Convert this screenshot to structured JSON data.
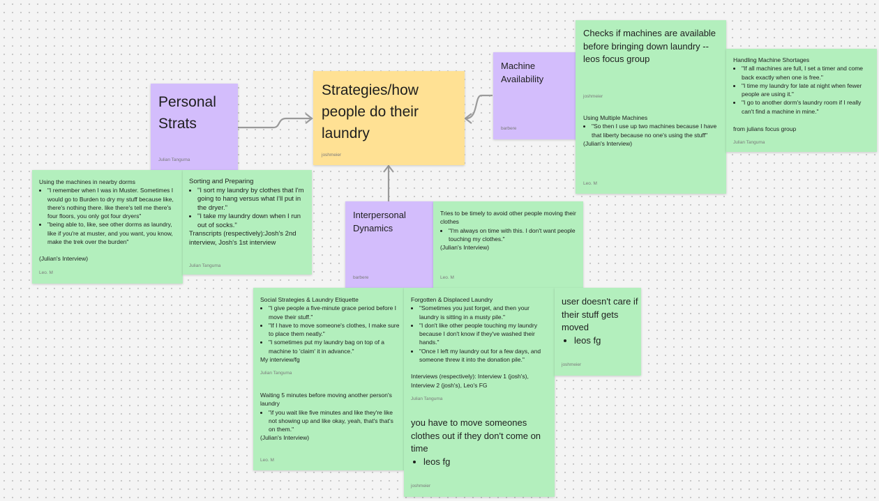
{
  "canvas": {
    "main": {
      "title": "Strategies/how people do their laundry",
      "author": "joshmeier"
    },
    "personal": {
      "title": "Personal Strats",
      "author": "Julian Tanguma"
    },
    "machine": {
      "title": "Machine Availability",
      "author": "barbere"
    },
    "interpersonal": {
      "title": "Interpersonal Dynamics",
      "author": "barbere"
    },
    "checks": {
      "text": "Checks if machines are available before bringing down laundry -- leos focus group",
      "author": "joshmeier",
      "sub_title": "Using Multiple Machines",
      "sub_bullets": [
        "\"So then I use up two machines because I have that liberty because no one's using the stuff\""
      ],
      "sub_source": "(Julian's Interview)",
      "sub_author": "Leo. M"
    },
    "shortages": {
      "title": "Handling Machine Shortages",
      "bullets": [
        "\"If all machines are full, I set a timer and come back exactly when one is free.\"",
        "\"I time my laundry for late at night when fewer people are using it.\"",
        "\"I go to another dorm's laundry room if I really can't find a machine in mine.\""
      ],
      "source": "from julians focus group",
      "author": "Julian Tanguma"
    },
    "nearby": {
      "title": "Using the machines in nearby dorms",
      "bullets": [
        "\"I remember when I was in Muster. Sometimes I would go to Burden to dry my stuff because like, there's nothing there. like there's tell me there's four floors, you only got four dryers\"",
        "\"being able to, like, see other dorms as laundry, like if you're at muster, and you want, you know, make the trek over the burden\""
      ],
      "source": "(Julian's Interview)",
      "author": "Leo. M"
    },
    "sorting": {
      "title": "Sorting and Preparing",
      "bullets": [
        "\"I sort my laundry by clothes that I'm going to hang versus what I'll put in the dryer.\"",
        "\"I take my laundry down when I run out of socks.\""
      ],
      "source": "Transcripts (respectively):Josh's 2nd interview, Josh's 1st interview",
      "author": "Julian Tanguma"
    },
    "timely": {
      "title": "Tries to be timely to avoid other people moving their clothes",
      "bullets": [
        "\"I'm always on time with this. I don't want people touching my clothes.\""
      ],
      "source": "(Julian's Interview)",
      "author": "Leo. M"
    },
    "social": {
      "title": "Social Strategies & Laundry Etiquette",
      "bullets": [
        "\"I give people a five-minute grace period before I move their stuff.\"",
        "\"If I have to move someone's clothes, I make sure to place them neatly.\"",
        "\"I sometimes put my laundry bag on top of a machine to 'claim' it in advance.\""
      ],
      "source": "My interview/fg",
      "author": "Julian Tanguma",
      "wait_title": "Waiting 5 minutes before moving another person's laundry",
      "wait_bullets": [
        "\"if you wait like five minutes and like they're like not showing up and like okay, yeah, that's that's on them.\""
      ],
      "wait_source": "(Julian's Interview)",
      "wait_author": "Leo. M"
    },
    "forgotten": {
      "title": "Forgotten & Displaced Laundry",
      "bullets": [
        "\"Sometimes you just forget, and then your laundry is sitting in a musty pile.\"",
        "\"I don't like other people touching my laundry because I don't know if they've washed their hands.\"",
        "\"Once I left my laundry out for a few days, and someone threw it into the donation pile.\""
      ],
      "source": "Interviews (respectively): Interview 1 (josh's), Interview 2 (josh's), Leo's FG",
      "author": "Julian Tanguma",
      "move_text": "you have to move someones clothes out if they don't come on time",
      "move_bullet": "leos fg",
      "move_author": "joshmeier"
    },
    "nocare": {
      "text": "user doesn't care if their stuff gets moved",
      "bullet": "leos fg",
      "author": "joshmeier"
    }
  },
  "colors": {
    "sticky_green": "#b3efbd",
    "sticky_purple": "#d3bdfc",
    "sticky_yellow": "#ffe194",
    "connector": "#9a9a9a"
  }
}
